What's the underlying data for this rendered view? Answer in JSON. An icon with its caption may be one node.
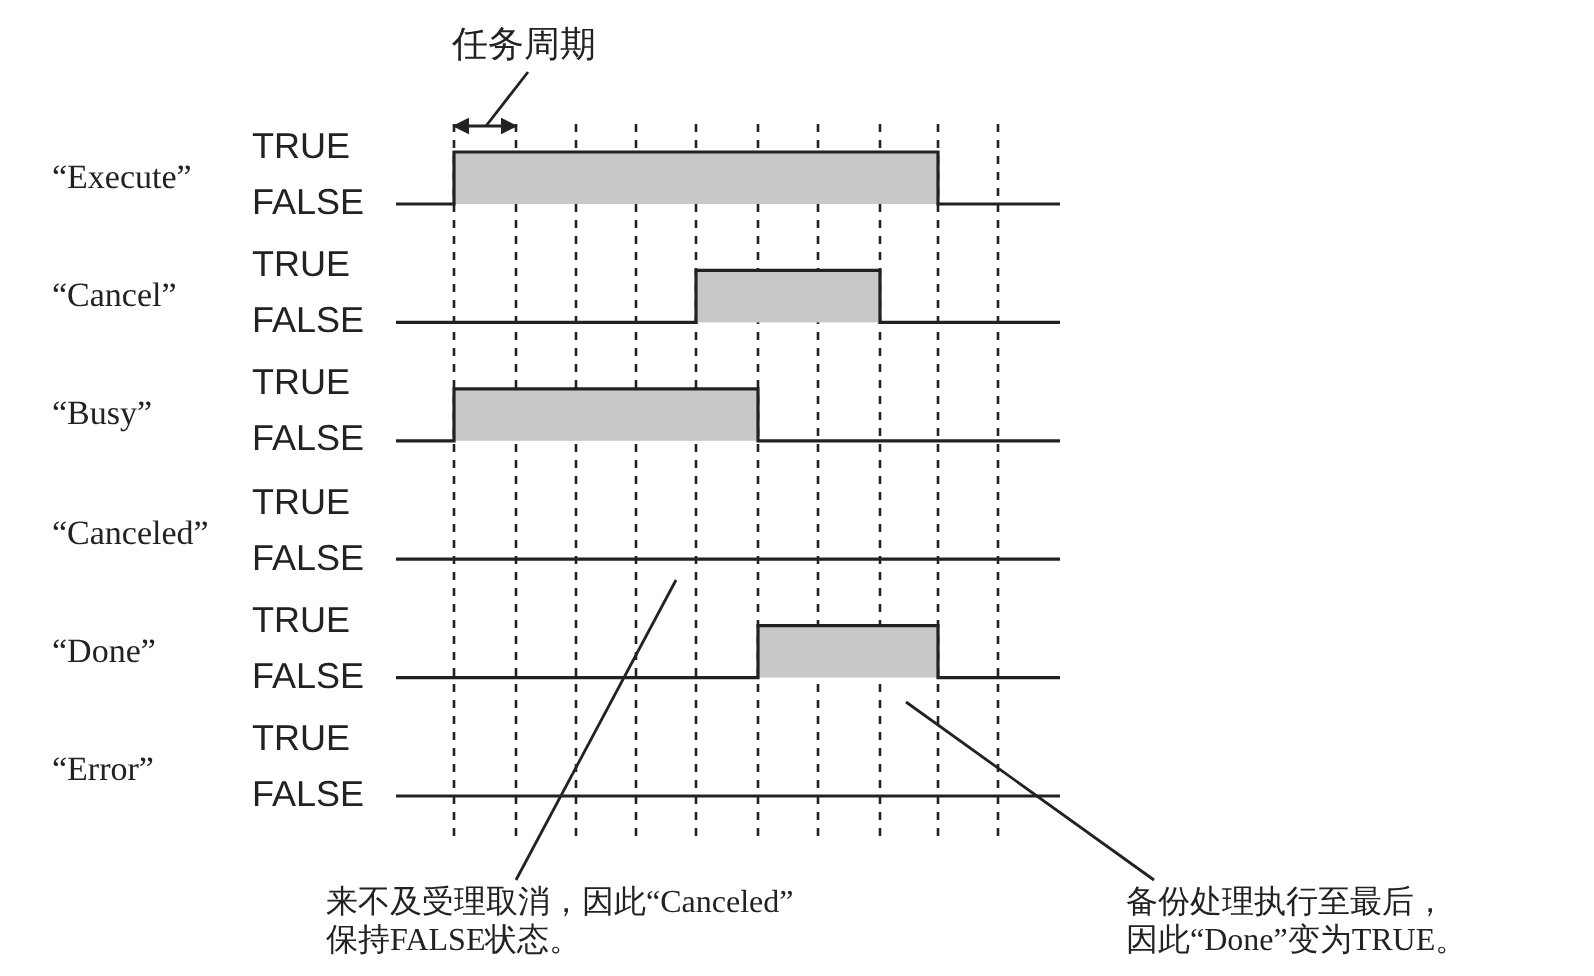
{
  "diagram": {
    "nodes": [
      {
        "text": [
          "任务周期"
        ]
      },
      {
        "text": [
          "来不及受理取消，因此“Canceled”保持FALSE状态。"
        ]
      },
      {
        "text": [
          "备份处理执行至最后，因此“Done”变为TRUE。"
        ]
      }
    ],
    "edges": [
      {
        "from": 0,
        "to": null,
        "arrow": "none"
      },
      {
        "from": 1,
        "to": null,
        "arrow": "none"
      },
      {
        "from": 2,
        "to": null,
        "arrow": "none"
      }
    ],
    "labels": [
      "“Execute”",
      "TRUE",
      "FALSE",
      "“Cancel”",
      "TRUE",
      "FALSE",
      "“Busy”",
      "TRUE",
      "FALSE",
      "“Canceled”",
      "TRUE",
      "FALSE",
      "“Done”",
      "TRUE",
      "FALSE",
      "“Error”",
      "TRUE",
      "FALSE"
    ]
  }
}
